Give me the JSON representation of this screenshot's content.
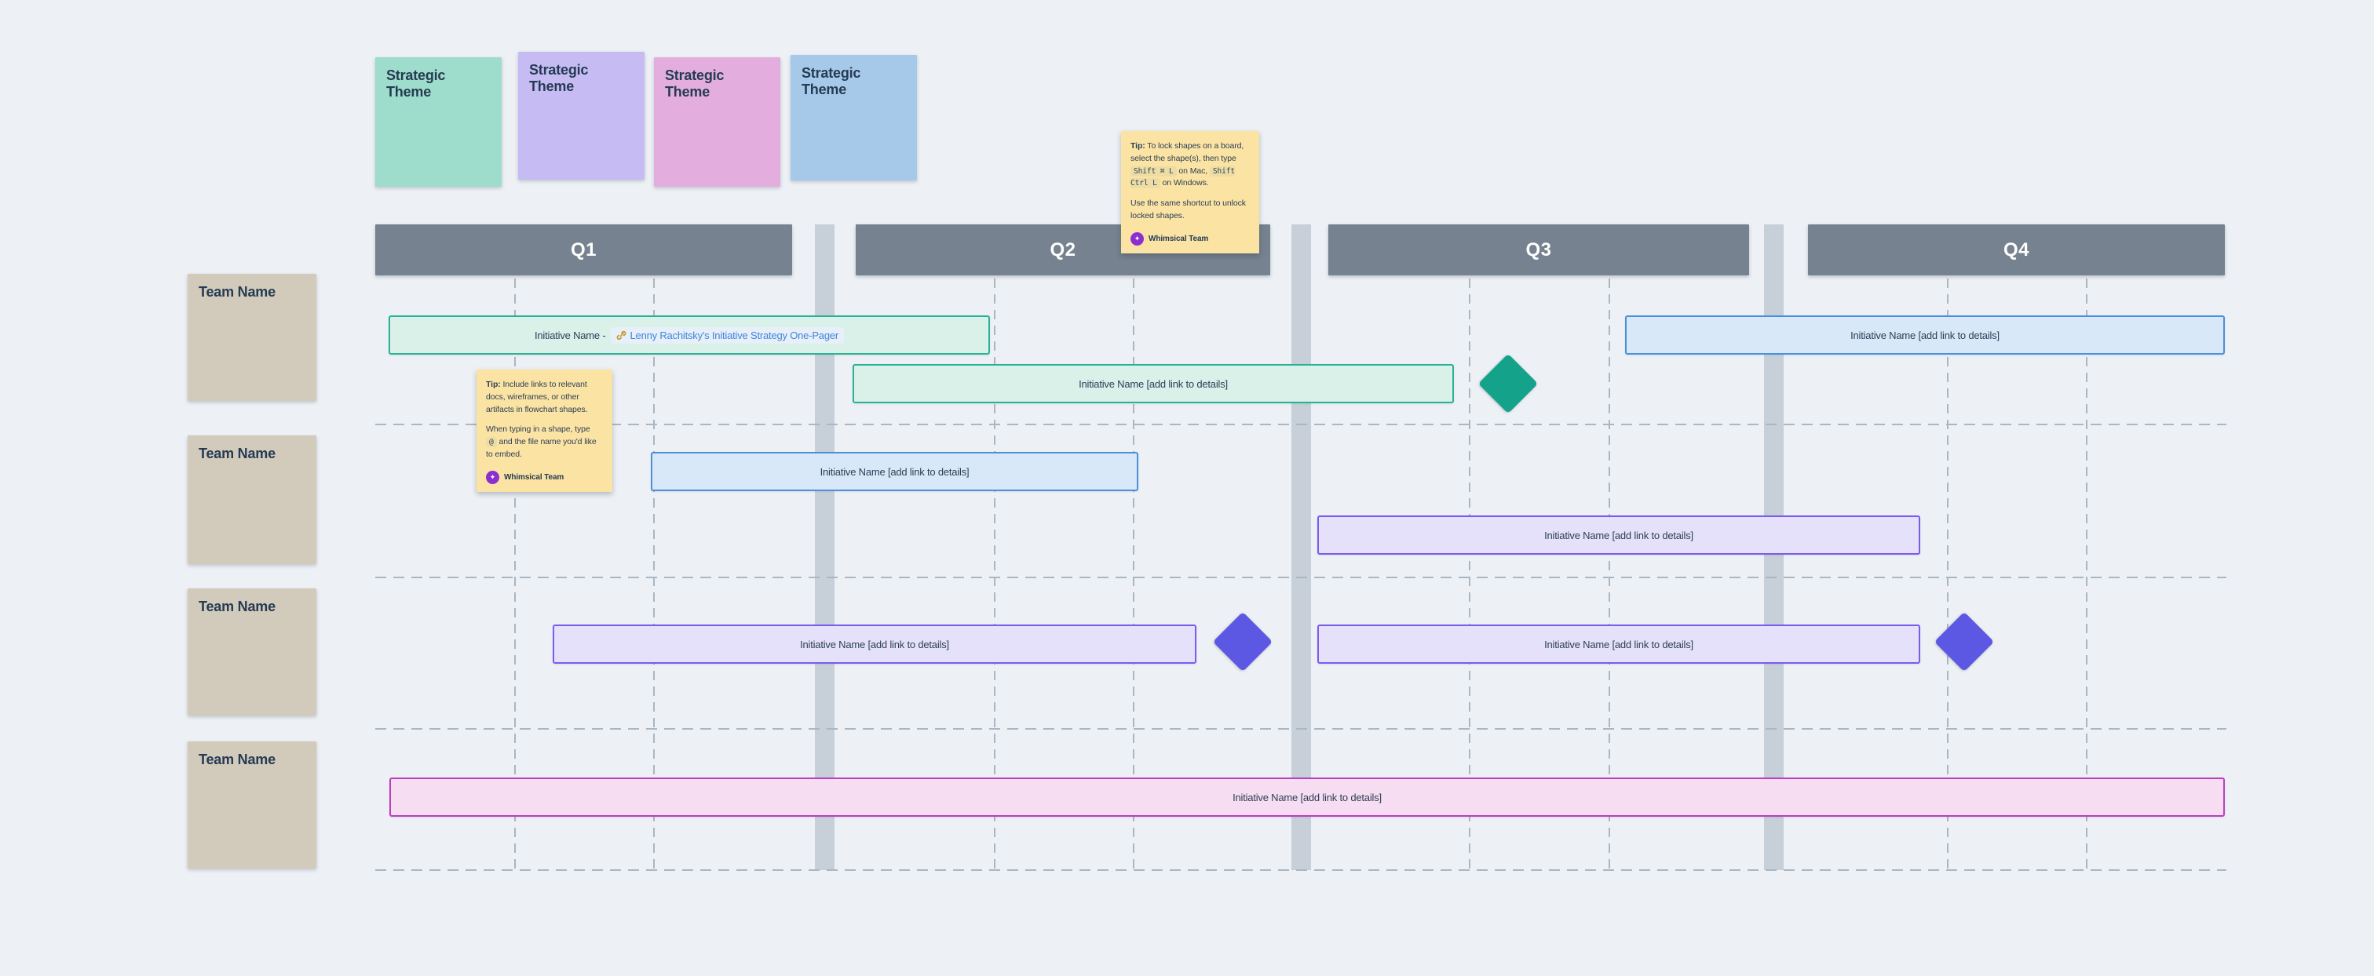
{
  "themes": {
    "label": "Strategic Theme",
    "colors": [
      "#9edccb",
      "#c6bbf3",
      "#e3aede",
      "#a7c9e9"
    ]
  },
  "quarters": [
    {
      "label": "Q1"
    },
    {
      "label": "Q2"
    },
    {
      "label": "Q3"
    },
    {
      "label": "Q4"
    }
  ],
  "teams": [
    {
      "label": "Team Name"
    },
    {
      "label": "Team Name"
    },
    {
      "label": "Team Name"
    },
    {
      "label": "Team Name"
    }
  ],
  "initiatives": [
    {
      "label": "Initiative Name -",
      "link": "Lenny Rachitsky's Initiative Strategy One-Pager",
      "color": "teal"
    },
    {
      "label": "Initiative Name [add link to details]",
      "color": "teal"
    },
    {
      "label": "Initiative Name [add link to details]",
      "color": "blue"
    },
    {
      "label": "Initiative Name [add link to details]",
      "color": "blue"
    },
    {
      "label": "Initiative Name [add link to details]",
      "color": "purple"
    },
    {
      "label": "Initiative Name [add link to details]",
      "color": "purple"
    },
    {
      "label": "Initiative Name [add link to details]",
      "color": "purple"
    },
    {
      "label": "Initiative Name [add link to details]",
      "color": "pink"
    }
  ],
  "milestones": [
    {
      "color": "#15a28b"
    },
    {
      "color": "#5c58e3"
    },
    {
      "color": "#5c58e3"
    }
  ],
  "tips": [
    {
      "label": "Tip:",
      "text1": "To lock shapes on a board, select the shape(s), then type",
      "code1": "Shift ⌘ L",
      "text2": "on Mac,",
      "code2": "Shift Ctrl L",
      "text3": "on Windows.",
      "para2": "Use the same shortcut to unlock locked shapes."
    },
    {
      "label": "Tip:",
      "para1": "Include links to relevant docs, wireframes, or other artifacts in flowchart shapes.",
      "para2a": "When typing in a shape, type",
      "code1": "@",
      "para2b": "and the file name you'd like to embed."
    }
  ],
  "author": {
    "name": "Whimsical Team",
    "star": "✦"
  },
  "palette": {
    "background": "#edf1f5",
    "quarter_header": "#76828f",
    "quarter_gap": "#c7d0d9",
    "grid_dash": "#aab6c2",
    "text_navy": "#243b53",
    "sticky_yellow": "#fbe3a3",
    "sticky_tan": "#d2cabb",
    "bar_teal_fill": "#d9f1e9",
    "bar_teal_border": "#2ab296",
    "bar_blue_fill": "#d8e8f8",
    "bar_blue_border": "#4b90da",
    "bar_purple_fill": "#e6e1fa",
    "bar_purple_border": "#7b5af0",
    "bar_pink_fill": "#f6ddf2",
    "bar_pink_border": "#bf3ebf",
    "link_blue": "#3f86dc",
    "link_icon_gold": "#c9972c"
  }
}
